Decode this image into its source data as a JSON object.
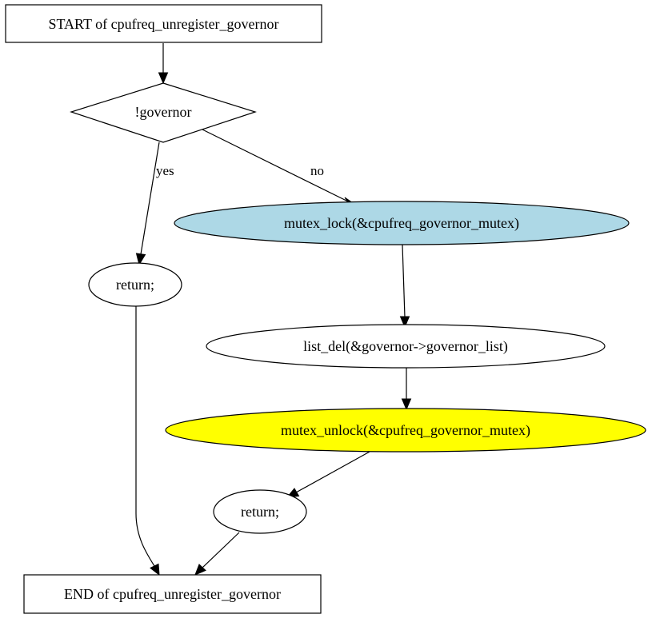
{
  "nodes": {
    "start": {
      "label": "START of cpufreq_unregister_governor"
    },
    "decision": {
      "label": "!governor"
    },
    "return_left": {
      "label": "return;"
    },
    "mutex_lock": {
      "label": "mutex_lock(&cpufreq_governor_mutex)",
      "fill": "#add8e6"
    },
    "list_del": {
      "label": "list_del(&governor->governor_list)"
    },
    "mutex_unlock": {
      "label": "mutex_unlock(&cpufreq_governor_mutex)",
      "fill": "#ffff00"
    },
    "return_right": {
      "label": "return;"
    },
    "end": {
      "label": "END of cpufreq_unregister_governor"
    }
  },
  "edges": {
    "yes": {
      "label": "yes"
    },
    "no": {
      "label": "no"
    }
  }
}
